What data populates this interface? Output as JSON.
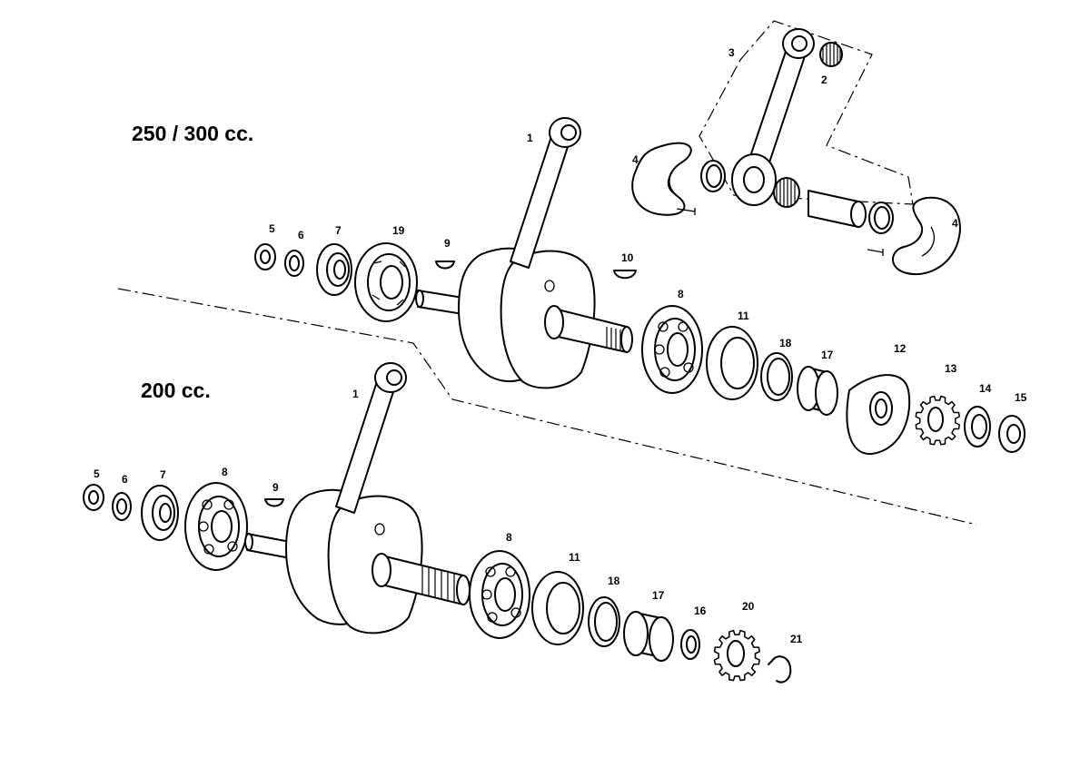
{
  "sections": {
    "upper_title": "250 / 300 cc.",
    "lower_title": "200 cc."
  },
  "labels": {
    "u1": "1",
    "u2": "2",
    "u3": "3",
    "u4a": "4",
    "u4b": "4",
    "u5": "5",
    "u6": "6",
    "u7": "7",
    "u19": "19",
    "u9": "9",
    "u10": "10",
    "u8": "8",
    "u11": "11",
    "u18": "18",
    "u17": "17",
    "u12": "12",
    "u13": "13",
    "u14": "14",
    "u15": "15",
    "l1": "1",
    "l5": "5",
    "l6": "6",
    "l7": "7",
    "l8a": "8",
    "l9": "9",
    "l8b": "8",
    "l11": "11",
    "l18": "18",
    "l17": "17",
    "l16": "16",
    "l20": "20",
    "l21": "21"
  }
}
